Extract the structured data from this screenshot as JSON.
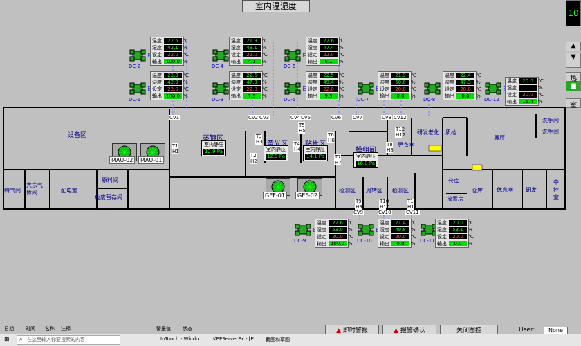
{
  "title": "室内温湿度",
  "right_panel": {
    "display": "10",
    "items": [
      "热",
      "室"
    ]
  },
  "labels": {
    "temp": "温度",
    "hum": "湿度",
    "set": "设定",
    "out": "输出",
    "deg": "℃",
    "pct": "%",
    "auto": "自动"
  },
  "dc_units": [
    {
      "id": "DC-2",
      "temp": "22.5",
      "hum": "42.1",
      "set": "22.0",
      "out": "100.0"
    },
    {
      "id": "DC-1",
      "temp": "22.9",
      "hum": "42.9",
      "set": "22.0",
      "out": "100.0"
    },
    {
      "id": "DC-4",
      "temp": "21.9",
      "hum": "48.1",
      "set": "22.0",
      "out": "4.1"
    },
    {
      "id": "DC-3",
      "temp": "22.6",
      "hum": "47.9",
      "set": "22.0",
      "out": "7.5"
    },
    {
      "id": "DC-6",
      "temp": "22.6",
      "hum": "47.4",
      "set": "22.0",
      "out": "6.1"
    },
    {
      "id": "DC-5",
      "temp": "22.5",
      "hum": "49.4",
      "set": "22.0",
      "out": "9.3"
    },
    {
      "id": "DC-7",
      "temp": "21.9",
      "hum": "50.0",
      "set": "20.0",
      "out": "0.0"
    },
    {
      "id": "DC-8",
      "temp": "22.4",
      "hum": "47.3",
      "set": "20.0",
      "out": "0.0"
    },
    {
      "id": "DC-12",
      "temp": "20.0",
      "hum": "",
      "set": "20.0",
      "out": "11.4"
    },
    {
      "id": "DC-9",
      "temp": "22.6",
      "hum": "53.0",
      "set": "20.0",
      "out": "100.0"
    },
    {
      "id": "DC-10",
      "temp": "21.4",
      "hum": "49.8",
      "set": "20.0",
      "out": "0.0"
    },
    {
      "id": "DC-11",
      "temp": "20.0",
      "hum": "53.1",
      "set": "20.0",
      "out": "0.0"
    }
  ],
  "rooms": {
    "equipment": "设备区",
    "steam": "蒸镀区",
    "yellow": "黄光区",
    "paste": "贴片区",
    "module": "模组间",
    "dress": "更衣室",
    "aging": "研发老化",
    "qc": "质检",
    "hall": "展厅",
    "wash1": "洗手间",
    "wash2": "洗手间",
    "special_gas": "特气间",
    "bulk_gas": "大宗气体间",
    "power": "配电室",
    "material": "原料间",
    "hazard": "危废暂存间",
    "inspect1": "检测区",
    "transfer": "周转区",
    "inspect2": "检测区",
    "warehouse1": "仓库",
    "warehouse2": "仓库",
    "rest": "休息室",
    "rnd": "研发",
    "central": "中控室",
    "scrap": "放置房"
  },
  "pressure": {
    "label": "室内静压",
    "steam": "12.9 Pa",
    "yellow": "12.9 Pa",
    "paste": "14.1 Pa",
    "module": "16.0 Pa"
  },
  "fans": {
    "mau2": "MAU-02",
    "mau1": "MAU-01",
    "gef1": "GEF-01",
    "gef2": "GEF-02"
  },
  "valves": [
    "CV1",
    "CV2",
    "CV3",
    "CV4",
    "CV5",
    "CV6",
    "CV7",
    "CV8",
    "CV12",
    "CV9",
    "CV10",
    "CV11"
  ],
  "sensors": [
    "T1 H1",
    "T2 H2",
    "T3 H3",
    "T4 H4",
    "T5 H5",
    "T6 H6",
    "T7 H7",
    "T8 H8",
    "T12 H12",
    "T9 H9",
    "T10 H10",
    "T11 H11"
  ],
  "buttons": {
    "realtime_alarm": "即时警报",
    "alarm_confirm": "报警确认",
    "close_map": "关闭图控",
    "user_label": "User:",
    "user_value": "None"
  },
  "alarm_header": [
    "日期",
    "时间",
    "名称",
    "注释",
    "警报值",
    "状态"
  ],
  "taskbar": {
    "search": "在这里输入你要搜索的内容",
    "apps": [
      "InTouch - Windo...",
      "KEPServerEx - [E...",
      "截图和草图"
    ]
  }
}
